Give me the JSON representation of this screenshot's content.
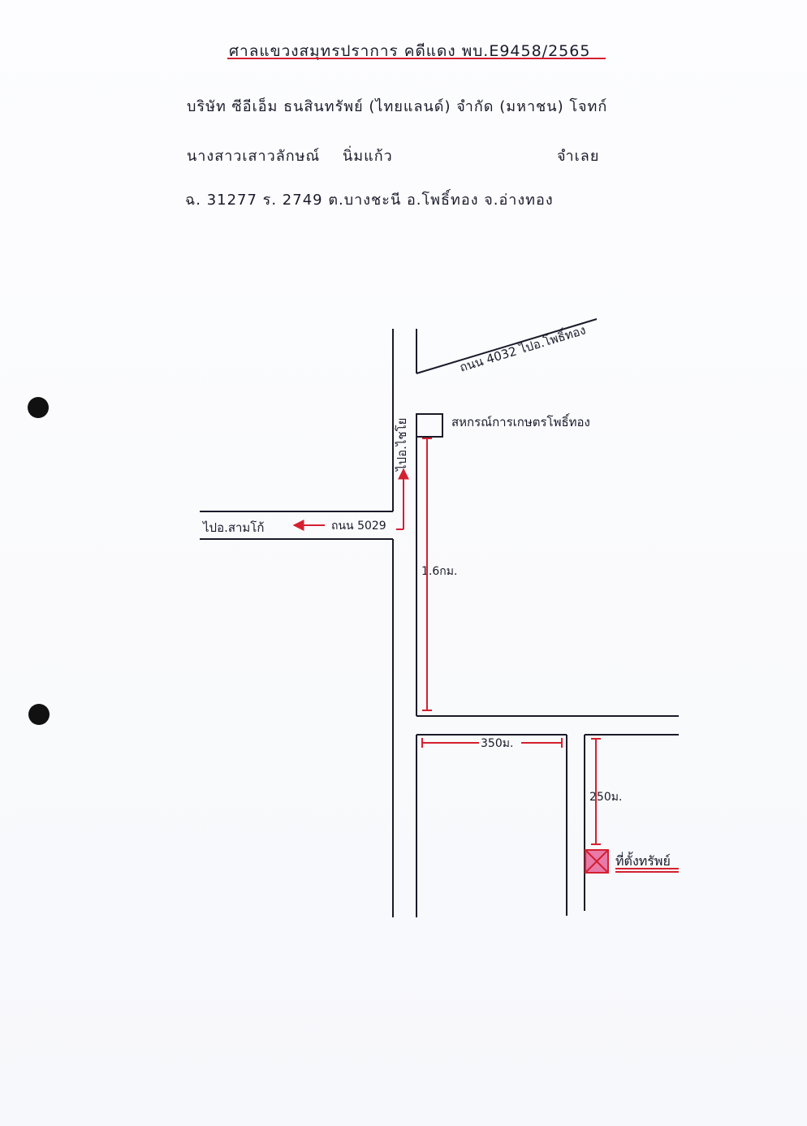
{
  "header": {
    "title": "ศาลแขวงสมุทรปราการ คดีแดง พบ.E9458/2565",
    "plaintiff": "บริษัท ซีอีเอ็ม ธนสินทรัพย์ (ไทยแลนด์) จำกัด (มหาชน) โจทก์",
    "defendant_name": "นางสาวเสาวลักษณ์",
    "defendant_surname": "นิ่มแก้ว",
    "defendant_role": "จำเลย",
    "location": "ฉ. 31277 ร. 2749 ต.บางชะนี อ.โพธิ์ทอง จ.อ่างทอง"
  },
  "map": {
    "road_4032_label": "ถนน 4032 ไปอ.โพธิ์ทอง",
    "coop_label": "สหกรณ์การเกษตรโพธิ์ทอง",
    "to_chaiyo_label": "ไปอ.ไชโย",
    "to_samko_label": "ไปอ.สามโก้",
    "road_5029_label": "ถนน 5029",
    "dist_main_label": "1.6กม.",
    "dist_350_label": "350ม.",
    "dist_250_label": "250ม.",
    "property_label": "ที่ตั้งทรัพย์"
  },
  "colors": {
    "ink": "#1a1a2a",
    "red_ink": "#d42030",
    "property_fill": "#e87aa8"
  },
  "icons": {
    "property_marker": "crossed-square-icon",
    "arrow": "arrow-icon"
  }
}
